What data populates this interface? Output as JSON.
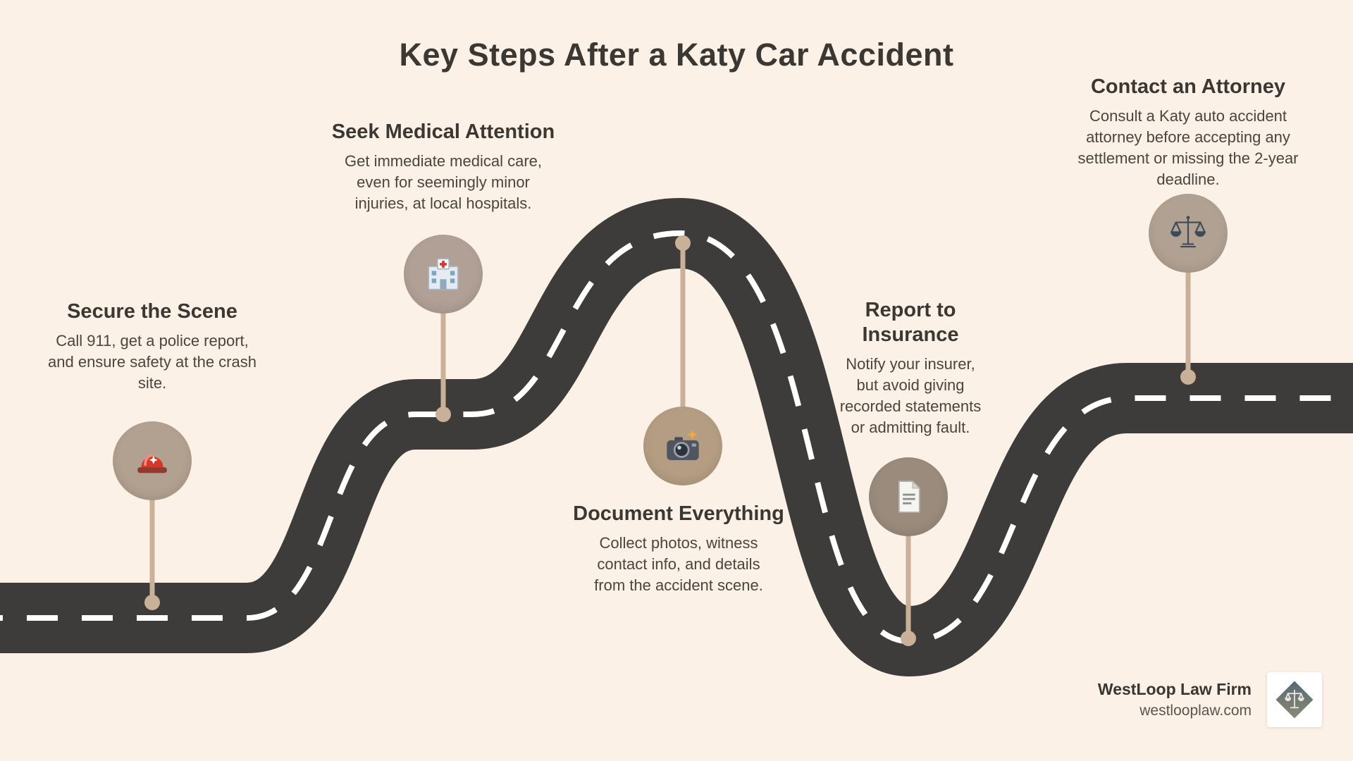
{
  "title": "Key Steps After a Katy Car Accident",
  "steps": [
    {
      "heading": "Secure the Scene",
      "body": "Call 911, get a police report, and ensure safety at the crash site.",
      "icon": "siren-icon"
    },
    {
      "heading": "Seek Medical Attention",
      "body": "Get immediate medical care, even for seemingly minor injuries, at local hospitals.",
      "icon": "hospital-icon"
    },
    {
      "heading": "Document Everything",
      "body": "Collect photos, witness contact info, and details from the accident scene.",
      "icon": "camera-flash-icon"
    },
    {
      "heading": "Report to Insurance",
      "body": "Notify your insurer, but avoid giving recorded statements or admitting fault.",
      "icon": "document-icon"
    },
    {
      "heading": "Contact an Attorney",
      "body": "Consult a Katy auto accident attorney before accepting any settlement or missing the 2-year deadline.",
      "icon": "scales-of-justice-icon"
    }
  ],
  "footer": {
    "firm_name": "WestLoop Law Firm",
    "website": "westlooplaw.com",
    "logo_icon": "scales-diamond-logo"
  },
  "colors": {
    "background": "#fbf1e6",
    "road": "#3e3c3a",
    "road_dash": "#ffffff",
    "stem": "#c9b098",
    "heading_text": "#3b3733",
    "body_text": "#4a453f",
    "circle_1": "#b2a090",
    "circle_2": "#b0a096",
    "circle_3": "#b49d82",
    "circle_4": "#9a8b7c",
    "circle_5": "#b1a192"
  }
}
